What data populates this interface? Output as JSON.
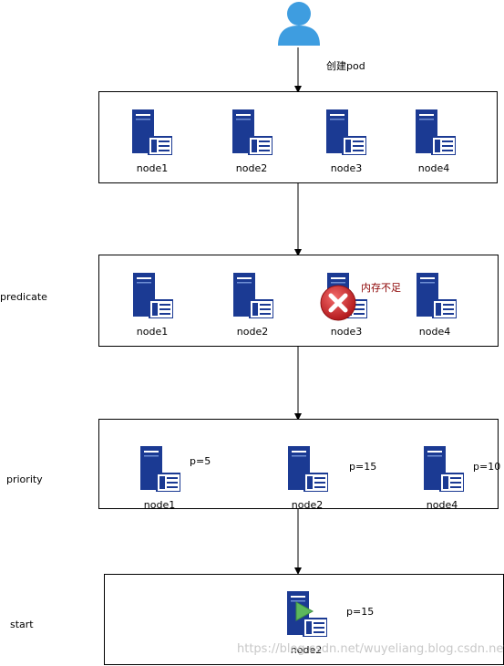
{
  "create": {
    "label": "创建pod"
  },
  "stages": {
    "initial": {
      "label": ""
    },
    "predicate": {
      "label": "predicate",
      "error_note": "内存不足"
    },
    "priority": {
      "label": "priority"
    },
    "start": {
      "label": "start"
    }
  },
  "nodes": {
    "initial": [
      "node1",
      "node2",
      "node3",
      "node4"
    ],
    "predicate": [
      "node1",
      "node2",
      "node3",
      "node4"
    ],
    "priority": [
      "node1",
      "node2",
      "node4"
    ],
    "start": [
      "node2"
    ]
  },
  "priority_scores": {
    "node1": "p=5",
    "node2": "p=15",
    "node4": "p=10",
    "start_node2": "p=15"
  },
  "watermark": "https://blog.csdn.net/wuyeliang.blog.csdn.net",
  "colors": {
    "server": "#1b3a93",
    "error": "#c0292b",
    "play": "#5cb85c",
    "user": "#3e9de0",
    "note": "#8b0000"
  },
  "icons": {
    "user": "user-icon",
    "server": "server-icon",
    "error": "error-x-icon",
    "start": "play-icon"
  }
}
